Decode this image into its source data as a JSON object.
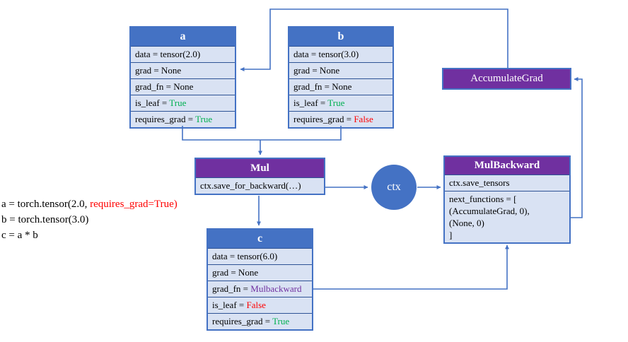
{
  "colors": {
    "header_blue": "#4472C4",
    "row_fill": "#D9E2F3",
    "row_border": "#2E5395",
    "purple": "#7030A0",
    "line_blue": "#4472C4",
    "true_green": "#00B050",
    "false_red": "#FF0000",
    "gradfn_purple": "#7030A0"
  },
  "code": {
    "line1_black": "a = torch.tensor(2.0, ",
    "line1_red": "requires_grad=True)",
    "line2": "b = torch.tensor(3.0)",
    "line3": "c = a * b"
  },
  "tables": {
    "a": {
      "title": "a",
      "rows": [
        {
          "text": "data = tensor(2.0)",
          "value": "",
          "value_class": ""
        },
        {
          "text": "grad = None",
          "value": "",
          "value_class": ""
        },
        {
          "text": "grad_fn = None",
          "value": "",
          "value_class": ""
        },
        {
          "text": "is_leaf = ",
          "value": "True",
          "value_class": "green"
        },
        {
          "text": "requires_grad = ",
          "value": "True",
          "value_class": "green"
        }
      ]
    },
    "b": {
      "title": "b",
      "rows": [
        {
          "text": "data = tensor(3.0)",
          "value": "",
          "value_class": ""
        },
        {
          "text": "grad = None",
          "value": "",
          "value_class": ""
        },
        {
          "text": "grad_fn = None",
          "value": "",
          "value_class": ""
        },
        {
          "text": "is_leaf = ",
          "value": "True",
          "value_class": "green"
        },
        {
          "text": "requires_grad = ",
          "value": "False",
          "value_class": "red"
        }
      ]
    },
    "c": {
      "title": "c",
      "rows": [
        {
          "text": "data = tensor(6.0)",
          "value": "",
          "value_class": ""
        },
        {
          "text": "grad = None",
          "value": "",
          "value_class": ""
        },
        {
          "text": "grad_fn = ",
          "value": "Mulbackward",
          "value_class": "purple"
        },
        {
          "text": "is_leaf = ",
          "value": "False",
          "value_class": "red"
        },
        {
          "text": "requires_grad = ",
          "value": "True",
          "value_class": "green"
        }
      ]
    }
  },
  "mul": {
    "title": "Mul",
    "row": "ctx.save_for_backward(…)"
  },
  "ctx": {
    "label": "ctx"
  },
  "mulbackward": {
    "title": "MulBackward",
    "row1": "ctx.save_tensors",
    "row2": "next_functions = [\n(AccumulateGrad, 0),\n(None, 0)\n]"
  },
  "accumulategrad": {
    "title": "AccumulateGrad"
  }
}
